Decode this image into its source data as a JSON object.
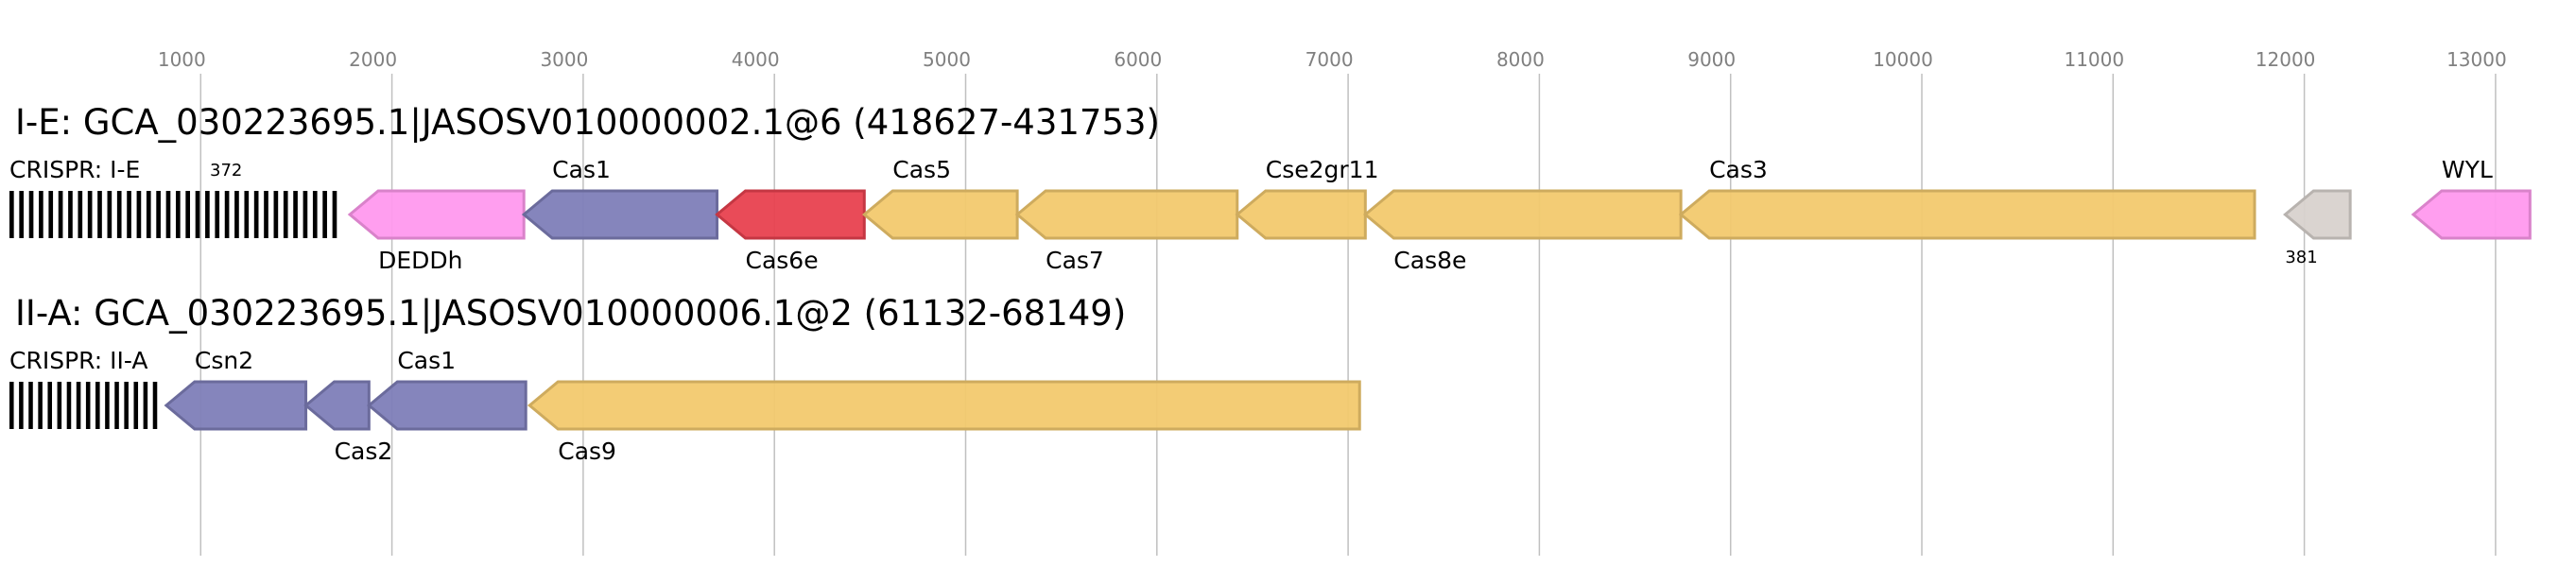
{
  "axis": {
    "ticks": [
      1000,
      2000,
      3000,
      4000,
      5000,
      6000,
      7000,
      8000,
      9000,
      10000,
      11000,
      12000,
      13000
    ]
  },
  "colors": {
    "pink": "#ff99ee",
    "blue": "#7e7eb8",
    "red": "#e8414f",
    "yellow": "#f2c96e",
    "gray": "#d8d2ce",
    "gridline": "#c0c0c0",
    "crispr_bar": "#000000"
  },
  "loci": [
    {
      "title": "I-E: GCA_030223695.1|JASOSV010000002.1@6 (418627-431753)",
      "crispr": {
        "label": "CRISPR: I-E",
        "count": "372",
        "start": 0,
        "end": 1740,
        "spacers": 34
      },
      "genes": [
        {
          "name": "DEDDh",
          "start": 1780,
          "end": 2690,
          "strand": "-",
          "color": "pink",
          "label_pos": "below"
        },
        {
          "name": "Cas1",
          "start": 2690,
          "end": 3700,
          "strand": "-",
          "color": "blue",
          "label_pos": "above"
        },
        {
          "name": "Cas6e",
          "start": 3700,
          "end": 4470,
          "strand": "-",
          "color": "red",
          "label_pos": "below"
        },
        {
          "name": "Cas5",
          "start": 4470,
          "end": 5270,
          "strand": "-",
          "color": "yellow",
          "label_pos": "above"
        },
        {
          "name": "Cas7",
          "start": 5270,
          "end": 6420,
          "strand": "-",
          "color": "yellow",
          "label_pos": "below"
        },
        {
          "name": "Cse2gr11",
          "start": 6420,
          "end": 7090,
          "strand": "-",
          "color": "yellow",
          "label_pos": "above"
        },
        {
          "name": "Cas8e",
          "start": 7090,
          "end": 8740,
          "strand": "-",
          "color": "yellow",
          "label_pos": "below"
        },
        {
          "name": "Cas3",
          "start": 8740,
          "end": 11740,
          "strand": "-",
          "color": "yellow",
          "label_pos": "above"
        },
        {
          "name": "381",
          "start": 11900,
          "end": 12240,
          "strand": "-",
          "color": "gray",
          "label_pos": "below-small"
        },
        {
          "name": "WYL",
          "start": 12570,
          "end": 13180,
          "strand": "-",
          "color": "pink",
          "label_pos": "above"
        }
      ]
    },
    {
      "title": "II-A: GCA_030223695.1|JASOSV010000006.1@2 (61132-68149)",
      "crispr": {
        "label": "CRISPR: II-A",
        "count": "",
        "start": 0,
        "end": 800,
        "spacers": 16
      },
      "genes": [
        {
          "name": "Csn2",
          "start": 820,
          "end": 1550,
          "strand": "-",
          "color": "blue",
          "label_pos": "above"
        },
        {
          "name": "Cas2",
          "start": 1550,
          "end": 1880,
          "strand": "-",
          "color": "blue",
          "label_pos": "below"
        },
        {
          "name": "Cas1",
          "start": 1880,
          "end": 2700,
          "strand": "-",
          "color": "blue",
          "label_pos": "above"
        },
        {
          "name": "Cas9",
          "start": 2720,
          "end": 7060,
          "strand": "-",
          "color": "yellow",
          "label_pos": "below"
        }
      ]
    }
  ]
}
